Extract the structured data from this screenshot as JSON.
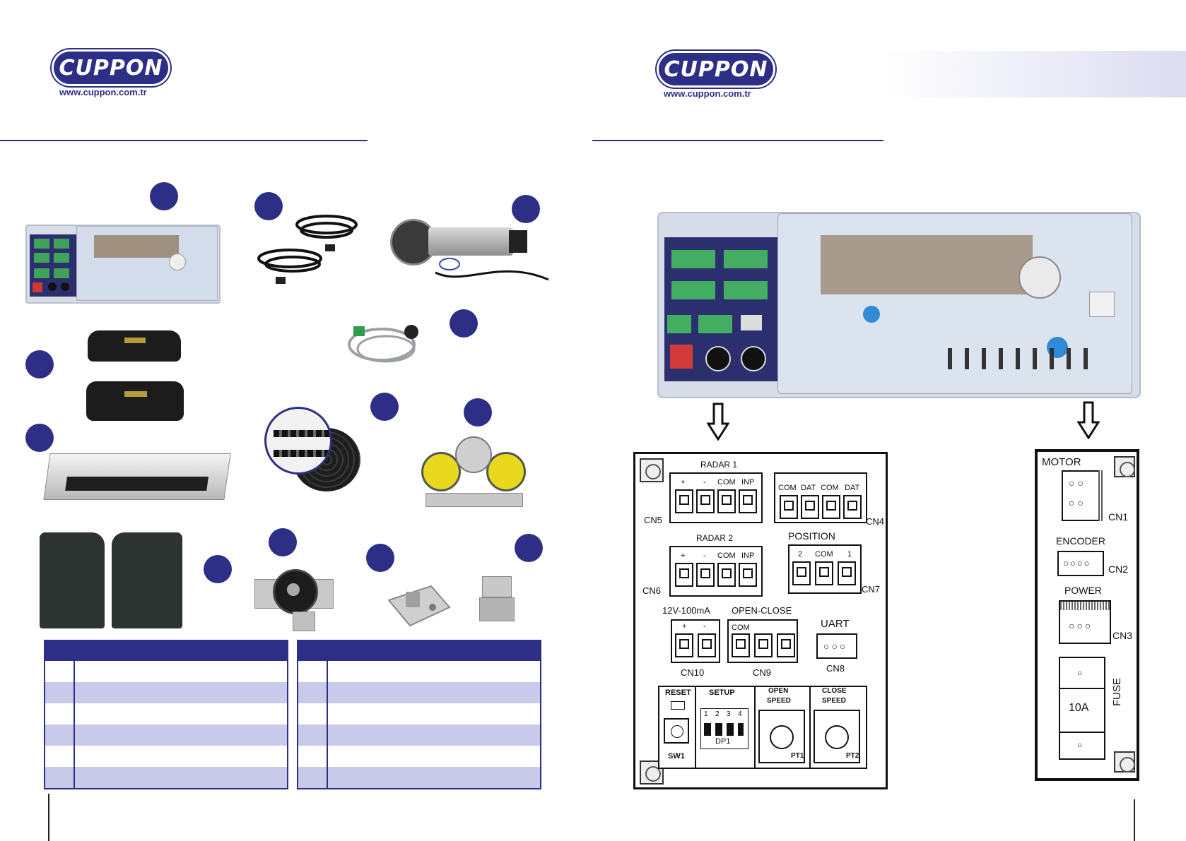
{
  "logo": {
    "brand": "CUPPON",
    "url": "www.cuppon.com.tr"
  },
  "schematic_left": {
    "radar1": {
      "title": "RADAR 1",
      "pins": [
        "+",
        "-",
        "COM",
        "INP"
      ],
      "label": "CN5"
    },
    "cn4": {
      "pins": [
        "COM",
        "DAT",
        "COM",
        "DAT"
      ],
      "label": "CN4"
    },
    "radar2": {
      "title": "RADAR 2",
      "pins": [
        "+",
        "-",
        "COM",
        "INP"
      ],
      "label": "CN6"
    },
    "position": {
      "title": "POSITION",
      "pins": [
        "2",
        "COM",
        "1"
      ],
      "label": "CN7"
    },
    "cn10": {
      "title": "12V-100mA",
      "pins": [
        "+",
        "-"
      ],
      "label": "CN10"
    },
    "cn9": {
      "title": "OPEN-CLOSE",
      "pin": "COM",
      "label": "CN9"
    },
    "uart": {
      "title": "UART",
      "label": "CN8"
    },
    "reset": {
      "title": "RESET",
      "label": "SW1"
    },
    "setup": {
      "title": "SETUP",
      "dips": [
        "1",
        "2",
        "3",
        "4"
      ],
      "label": "DP1"
    },
    "open_speed": {
      "title1": "OPEN",
      "title2": "SPEED",
      "label": "PT1"
    },
    "close_speed": {
      "title1": "CLOSE",
      "title2": "SPEED",
      "label": "PT2"
    }
  },
  "schematic_right": {
    "motor": {
      "title": "MOTOR",
      "label": "CN1"
    },
    "encoder": {
      "title": "ENCODER",
      "label": "CN2"
    },
    "power": {
      "title": "POWER",
      "label": "CN3"
    },
    "fuse": {
      "value": "10A",
      "label": "FUSE"
    }
  },
  "colors": {
    "brand": "#2d2f86",
    "row_alt": "#c9c9ea"
  },
  "tables": {
    "rows": 6
  }
}
